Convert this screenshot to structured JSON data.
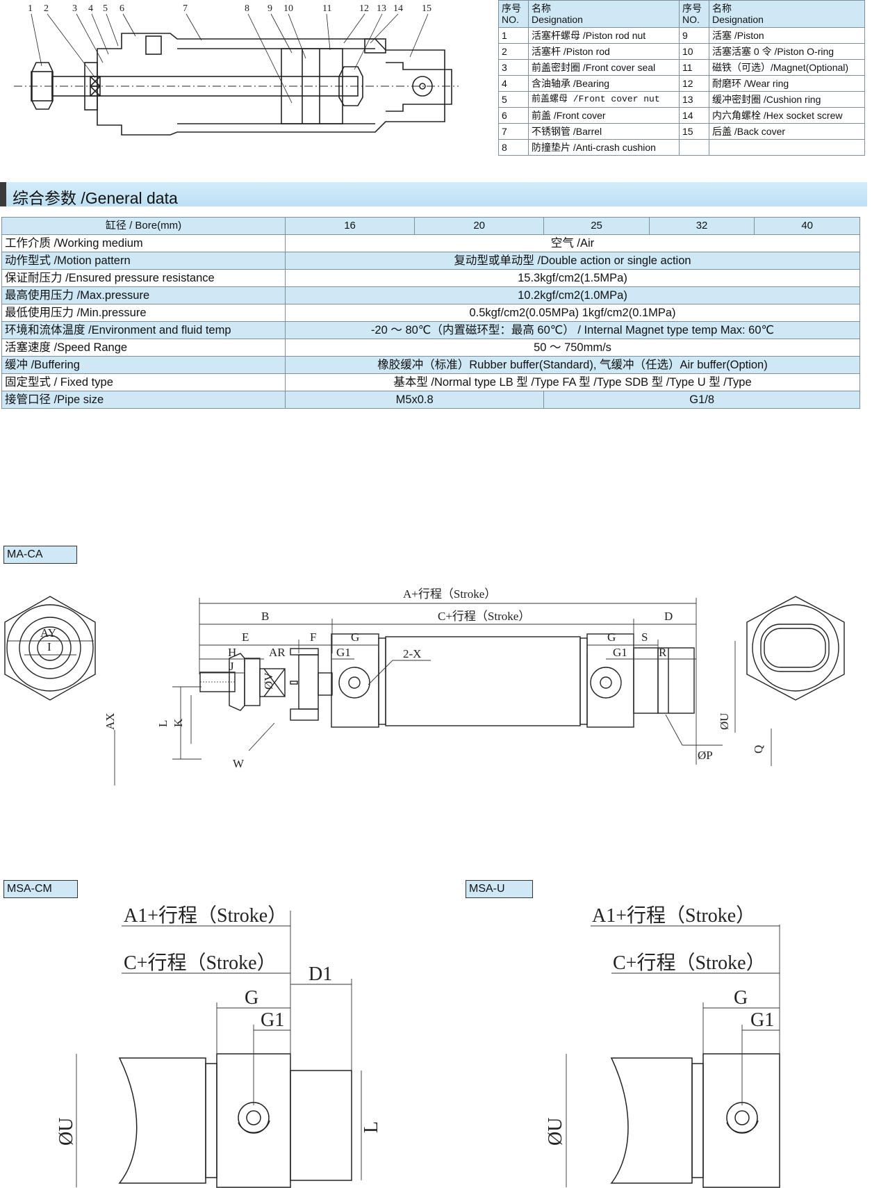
{
  "parts_table": {
    "header": {
      "no_cn": "序号",
      "no_en": "NO.",
      "name_cn": "名称",
      "name_en": "Designation"
    },
    "rows": [
      {
        "l_no": "1",
        "l_name": "活塞杆螺母 /Piston rod nut",
        "r_no": "9",
        "r_name": "活塞 /Piston"
      },
      {
        "l_no": "2",
        "l_name": "活塞杆 /Piston rod",
        "r_no": "10",
        "r_name": "活塞活塞 0 令 /Piston O-ring"
      },
      {
        "l_no": "3",
        "l_name": "前盖密封圈 /Front cover seal",
        "r_no": "11",
        "r_name": "磁铁（可选）/Magnet(Optional)"
      },
      {
        "l_no": "4",
        "l_name": "含油轴承 /Bearing",
        "r_no": "12",
        "r_name": "耐磨环 /Wear ring"
      },
      {
        "l_no": "5",
        "l_name": "前盖螺母 /Front cover nut",
        "r_no": "13",
        "r_name": "缓冲密封圈 /Cushion ring"
      },
      {
        "l_no": "6",
        "l_name": "前盖 /Front cover",
        "r_no": "14",
        "r_name": "内六角螺栓 /Hex socket screw"
      },
      {
        "l_no": "7",
        "l_name": "不锈钢管 /Barrel",
        "r_no": "15",
        "r_name": "后盖 /Back cover"
      },
      {
        "l_no": "8",
        "l_name": "防撞垫片 /Anti-crash cushion",
        "r_no": "",
        "r_name": ""
      }
    ]
  },
  "drawing_numbers": [
    "1",
    "2",
    "3",
    "4",
    "5",
    "6",
    "7",
    "8",
    "9",
    "10",
    "11",
    "12",
    "13",
    "14",
    "15"
  ],
  "section_title": "综合参数 /General data",
  "general_table": {
    "bore_label": "缸径 / Bore(mm)",
    "bores": [
      "16",
      "20",
      "25",
      "32",
      "40"
    ],
    "rows": [
      {
        "label": "工作介质 /Working medium",
        "value": "空气 /Air"
      },
      {
        "label": "动作型式 /Motion pattern",
        "value": "复动型或单动型 /Double action or single action"
      },
      {
        "label": "保证耐压力 /Ensured pressure resistance",
        "value": "15.3kgf/cm2(1.5MPa)"
      },
      {
        "label": "最高使用压力 /Max.pressure",
        "value": "10.2kgf/cm2(1.0MPa)"
      },
      {
        "label": "最低使用压力 /Min.pressure",
        "value": "0.5kgf/cm2(0.05MPa)   1kgf/cm2(0.1MPa)"
      },
      {
        "label": "环境和流体温度 /Environment and fluid temp",
        "value": "-20 ～ 80℃（内置磁环型：最高 60℃） / Internal Magnet type temp Max: 60℃"
      },
      {
        "label": "活塞速度 /Speed Range",
        "value": "50 ～ 750mm/s"
      },
      {
        "label": "缓冲 /Buffering",
        "value": "橡胶缓冲（标准）Rubber buffer(Standard), 气缓冲（任选）Air buffer(Option)"
      },
      {
        "label": "固定型式 /  Fixed type",
        "value": "基本型 /Normal type   LB 型 /Type   FA 型 /Type    SDB 型 /Type    U 型 /Type"
      }
    ],
    "pipe": {
      "label": "接管口径 /Pipe size",
      "small": "M5x0.8",
      "large": "G1/8"
    }
  },
  "ma_ca": {
    "tag": "MA-CA",
    "labels": {
      "a_stroke": "A+行程（Stroke）",
      "b": "B",
      "c_stroke": "C+行程（Stroke）",
      "d": "D",
      "e": "E",
      "f": "F",
      "g": "G",
      "g1": "G1",
      "s": "S",
      "r": "R",
      "h": "H",
      "ar": "AR",
      "j": "J",
      "v": "ØV",
      "x": "2-X",
      "l": "L",
      "k": "K",
      "w": "W",
      "u": "ØU",
      "p": "ØP",
      "q": "Q",
      "ay": "AY",
      "i": "I",
      "ax": "AX"
    }
  },
  "msa_cm": {
    "tag": "MSA-CM",
    "labels": {
      "a1_stroke": "A1+行程（Stroke）",
      "c_stroke": "C+行程（Stroke）",
      "d1": "D1",
      "g": "G",
      "g1": "G1",
      "u": "ØU",
      "l": "L"
    }
  },
  "msa_u": {
    "tag": "MSA-U",
    "labels": {
      "a1_stroke": "A1+行程（Stroke）",
      "c_stroke": "C+行程（Stroke）",
      "g": "G",
      "g1": "G1",
      "u": "ØU"
    }
  }
}
